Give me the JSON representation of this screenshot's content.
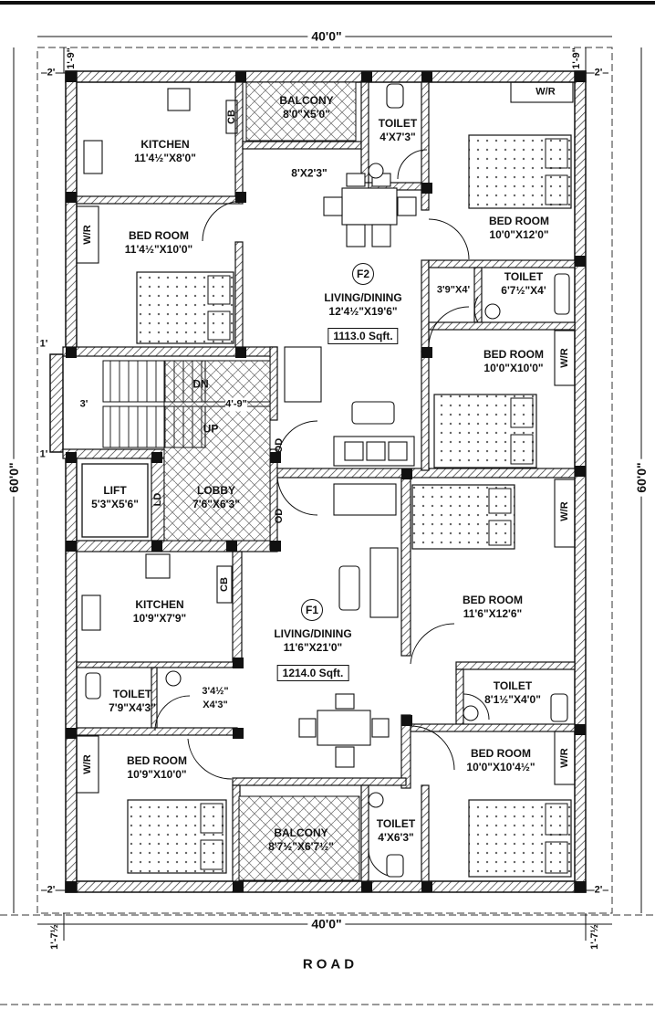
{
  "overall": {
    "width_top": "40'0\"",
    "width_bottom": "40'0\"",
    "depth_left": "60'0\"",
    "depth_right": "60'0\""
  },
  "setbacks": {
    "top_left": "2'",
    "top_right": "2'",
    "bottom_left": "2'",
    "bottom_right": "2'",
    "top_v_left": "1'-9\"",
    "top_v_right": "1'-9\"",
    "bottom_v_left": "1'-7½",
    "bottom_v_right": "1'-7½",
    "stair_top": "1'",
    "stair_bottom": "1'"
  },
  "road": "ROAD",
  "f2": {
    "tag": "F2",
    "area": "1113.0 Sqft.",
    "balcony": {
      "name": "BALCONY",
      "size": "8'0\"X5'0\""
    },
    "toilet_top": {
      "name": "TOILET",
      "size": "4'X7'3\""
    },
    "kitchen": {
      "name": "KITCHEN",
      "size": "11'4½\"X8'0\""
    },
    "passage": "8'X2'3\"",
    "bedroom_left": {
      "name": "BED ROOM",
      "size": "11'4½\"X10'0\""
    },
    "bedroom_right_top": {
      "name": "BED ROOM",
      "size": "10'0\"X12'0\""
    },
    "living": {
      "name": "LIVING/DINING",
      "size": "12'4½\"X19'6\""
    },
    "passage2": "3'9\"X4'",
    "toilet_right": {
      "name": "TOILET",
      "size": "6'7½\"X4'"
    },
    "bedroom_right_bottom": {
      "name": "BED ROOM",
      "size": "10'0\"X10'0\""
    }
  },
  "common": {
    "stair_dn": "DN",
    "stair_up": "UP",
    "stair_width": "3'",
    "stair_len": "4'-9\"",
    "lift": {
      "name": "LIFT",
      "size": "5'3\"X5'6\""
    },
    "lobby": {
      "name": "LOBBY",
      "size": "7'6\"X6'3\""
    },
    "ld": "LD",
    "od_top": "OD",
    "od_bottom": "OD"
  },
  "f1": {
    "tag": "F1",
    "area": "1214.0 Sqft.",
    "kitchen": {
      "name": "KITCHEN",
      "size": "10'9\"X7'9\""
    },
    "living": {
      "name": "LIVING/DINING",
      "size": "11'6\"X21'0\""
    },
    "bedroom_right_top": {
      "name": "BED ROOM",
      "size": "11'6\"X12'6\""
    },
    "toilet_left": {
      "name": "TOILET",
      "size": "7'9\"X4'3\""
    },
    "passage": {
      "line1": "3'4½\"",
      "line2": "X4'3\""
    },
    "toilet_right": {
      "name": "TOILET",
      "size": "8'1½\"X4'0\""
    },
    "bedroom_left": {
      "name": "BED ROOM",
      "size": "10'9\"X10'0\""
    },
    "bedroom_right_bottom": {
      "name": "BED ROOM",
      "size": "10'0\"X10'4½\""
    },
    "balcony": {
      "name": "BALCONY",
      "size": "8'7½\"X6'7½\""
    },
    "toilet_bottom": {
      "name": "TOILET",
      "size": "4'X6'3\""
    }
  },
  "wardrobe": "W/R",
  "cupboard": "CB",
  "colors": {
    "wall": "#111111",
    "hatch": "#555555",
    "background": "#ffffff"
  }
}
